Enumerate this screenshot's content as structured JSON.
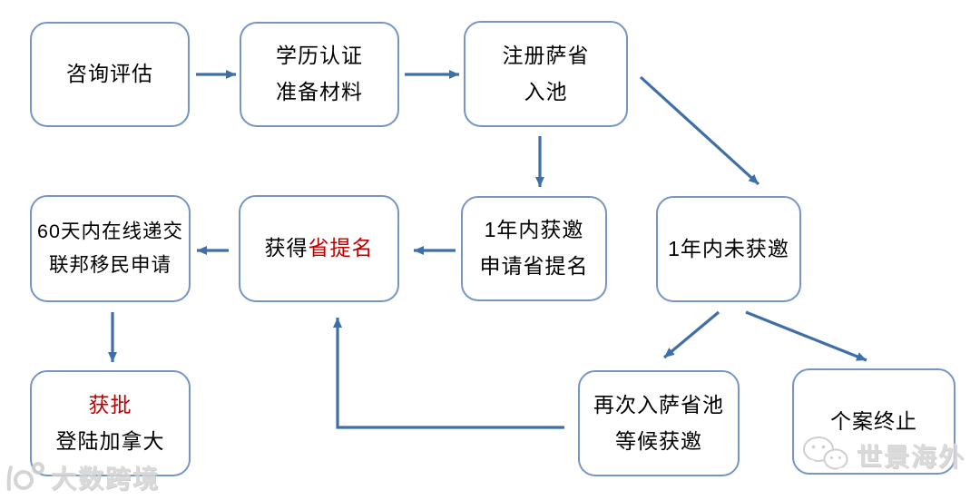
{
  "colors": {
    "box_border": "#7596c5",
    "arrow": "#3f6fa8",
    "text": "#000000",
    "highlight_red": "#c00000",
    "watermark_gray": "#cbcbcb"
  },
  "nodes": {
    "consult": {
      "line1": "咨询评估"
    },
    "credential": {
      "line1": "学历认证",
      "line2": "准备材料"
    },
    "register": {
      "line1": "注册萨省",
      "line2": "入池"
    },
    "invited": {
      "line1": "1年内获邀",
      "line2": "申请省提名"
    },
    "not_invited": {
      "line1": "1年内未获邀"
    },
    "nomination": {
      "prefix": "获得",
      "highlight": "省提名"
    },
    "submit": {
      "line1": "60天内在线递交",
      "line2": "联邦移民申请"
    },
    "approved": {
      "highlight": "获批",
      "line2": "登陆加拿大"
    },
    "reenter": {
      "line1": "再次入萨省池",
      "line2": "等候获邀"
    },
    "terminated": {
      "line1": "个案终止"
    }
  },
  "edges": [
    {
      "from": "consult",
      "to": "credential"
    },
    {
      "from": "credential",
      "to": "register"
    },
    {
      "from": "register",
      "to": "invited"
    },
    {
      "from": "register",
      "to": "not_invited"
    },
    {
      "from": "invited",
      "to": "nomination"
    },
    {
      "from": "nomination",
      "to": "submit"
    },
    {
      "from": "submit",
      "to": "approved"
    },
    {
      "from": "not_invited",
      "to": "reenter"
    },
    {
      "from": "not_invited",
      "to": "terminated"
    },
    {
      "from": "reenter",
      "to": "nomination"
    }
  ],
  "watermarks": {
    "bottom_left": {
      "text": "大数跨境"
    },
    "bottom_right": {
      "text": "世景海外"
    }
  }
}
